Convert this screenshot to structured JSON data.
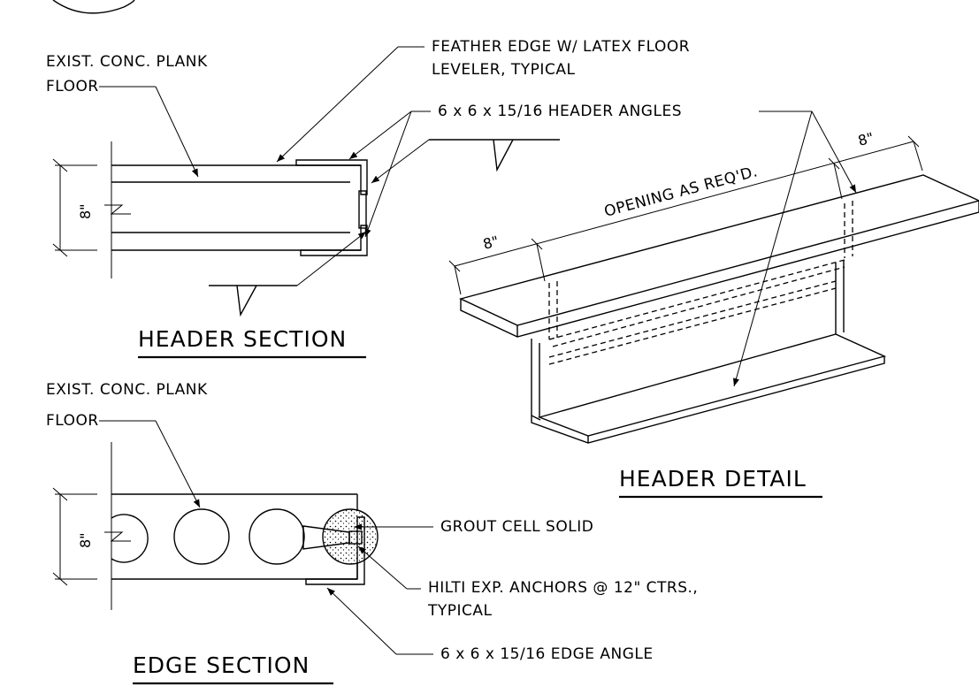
{
  "header_section": {
    "title": "HEADER SECTION",
    "plank_label_line1": "EXIST. CONC. PLANK",
    "plank_label_line2": "FLOOR",
    "dimension": "8\""
  },
  "header_detail": {
    "title": "HEADER DETAIL",
    "feather_label_line1": "FEATHER EDGE W/ LATEX FLOOR",
    "feather_label_line2": "LEVELER, TYPICAL",
    "angles_label": "6 x 6 x 15/16 HEADER ANGLES",
    "opening_label": "OPENING AS REQ'D.",
    "dim_left": "8\"",
    "dim_right": "8\""
  },
  "edge_section": {
    "title": "EDGE SECTION",
    "plank_label_line1": "EXIST. CONC. PLANK",
    "plank_label_line2": "FLOOR",
    "dimension": "8\"",
    "grout_label": "GROUT CELL SOLID",
    "anchors_label_line1": "HILTI EXP. ANCHORS @ 12\" CTRS.,",
    "anchors_label_line2": "TYPICAL",
    "edge_angle_label": "6 x 6 x 15/16 EDGE ANGLE"
  }
}
